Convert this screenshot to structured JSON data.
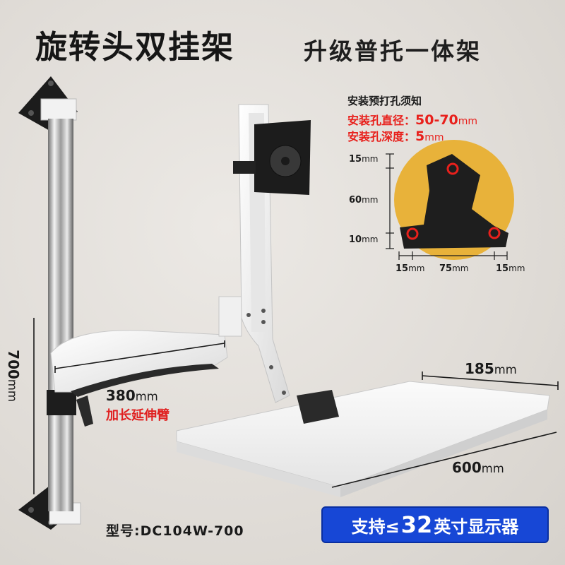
{
  "title": {
    "main": "旋转头双挂架",
    "sub": "升级普托一体架"
  },
  "install_notice": {
    "title": "安装预打孔须知",
    "hole_diameter": {
      "label": "安装孔直径：",
      "value": "50-70",
      "unit": "mm"
    },
    "hole_depth": {
      "label": "安装孔深度：",
      "value": "5",
      "unit": "mm"
    },
    "bracket_dims": {
      "top": {
        "value": "15",
        "unit": "mm"
      },
      "middle": {
        "value": "60",
        "unit": "mm"
      },
      "bottom": {
        "value": "10",
        "unit": "mm"
      },
      "left": {
        "value": "15",
        "unit": "mm"
      },
      "center": {
        "value": "75",
        "unit": "mm"
      },
      "right": {
        "value": "15",
        "unit": "mm"
      }
    },
    "panel_color": "#e8b23a",
    "hole_marker_color": "#e8201c"
  },
  "dimensions": {
    "pole_height": {
      "value": "700",
      "unit": "mm"
    },
    "arm_length": {
      "value": "380",
      "unit": "mm",
      "note": "加长延伸臂"
    },
    "tray_depth": {
      "value": "185",
      "unit": "mm"
    },
    "tray_width": {
      "value": "600",
      "unit": "mm"
    }
  },
  "model": "型号:DC104W-700",
  "support_badge": {
    "prefix": "支持≤",
    "size": "32",
    "suffix": "英寸显示器",
    "color": "#1747d6"
  },
  "icons": [
    "wall-plate-icon",
    "pole-icon",
    "swivel-arm-icon",
    "vesa-plate-icon",
    "keyboard-tray-icon",
    "knob-icon"
  ]
}
